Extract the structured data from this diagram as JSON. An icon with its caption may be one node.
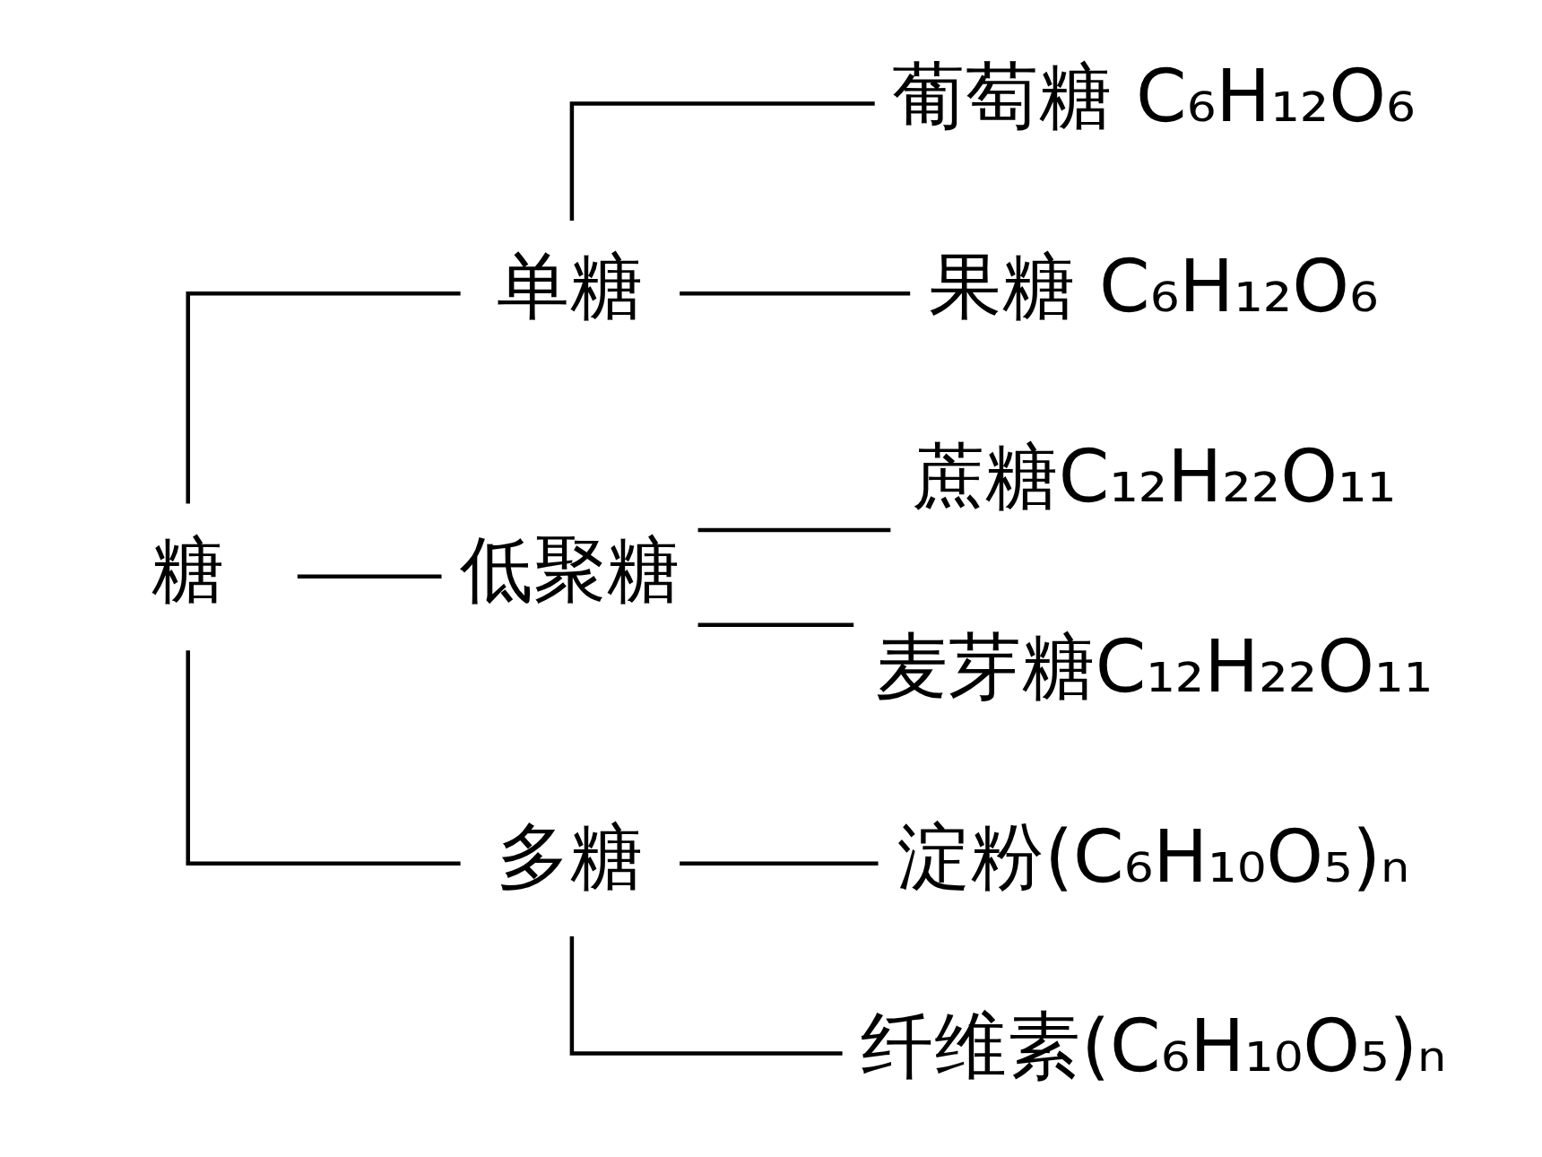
{
  "diagram": {
    "nodes": [
      {
        "text": [
          "糖"
        ]
      },
      {
        "text": [
          "单糖"
        ]
      },
      {
        "text": [
          "葡萄糖 C₆H₁₂O₆"
        ]
      },
      {
        "text": [
          "果糖 C₆H₁₂O₆"
        ]
      },
      {
        "text": [
          "低聚糖"
        ]
      },
      {
        "text": [
          "蔗糖C₁₂H₂₂O₁₁"
        ]
      },
      {
        "text": [
          "麦芽糖C₁₂H₂₂O₁₁"
        ]
      },
      {
        "text": [
          "多糖"
        ]
      },
      {
        "text": [
          "淀粉(C₆H₁₀O₅)ₙ"
        ]
      },
      {
        "text": [
          "纤维素(C₆H₁₀O₅)ₙ"
        ]
      }
    ],
    "edges": [
      {
        "from": 0,
        "to": 1,
        "arrow": "none"
      },
      {
        "from": 0,
        "to": 4,
        "arrow": "none"
      },
      {
        "from": 0,
        "to": 7,
        "arrow": "none"
      },
      {
        "from": 1,
        "to": 2,
        "arrow": "none"
      },
      {
        "from": 1,
        "to": 3,
        "arrow": "none"
      },
      {
        "from": 4,
        "to": 5,
        "arrow": "none"
      },
      {
        "from": 4,
        "to": 6,
        "arrow": "none"
      },
      {
        "from": 7,
        "to": 8,
        "arrow": "none"
      },
      {
        "from": 7,
        "to": 9,
        "arrow": "none"
      }
    ]
  }
}
